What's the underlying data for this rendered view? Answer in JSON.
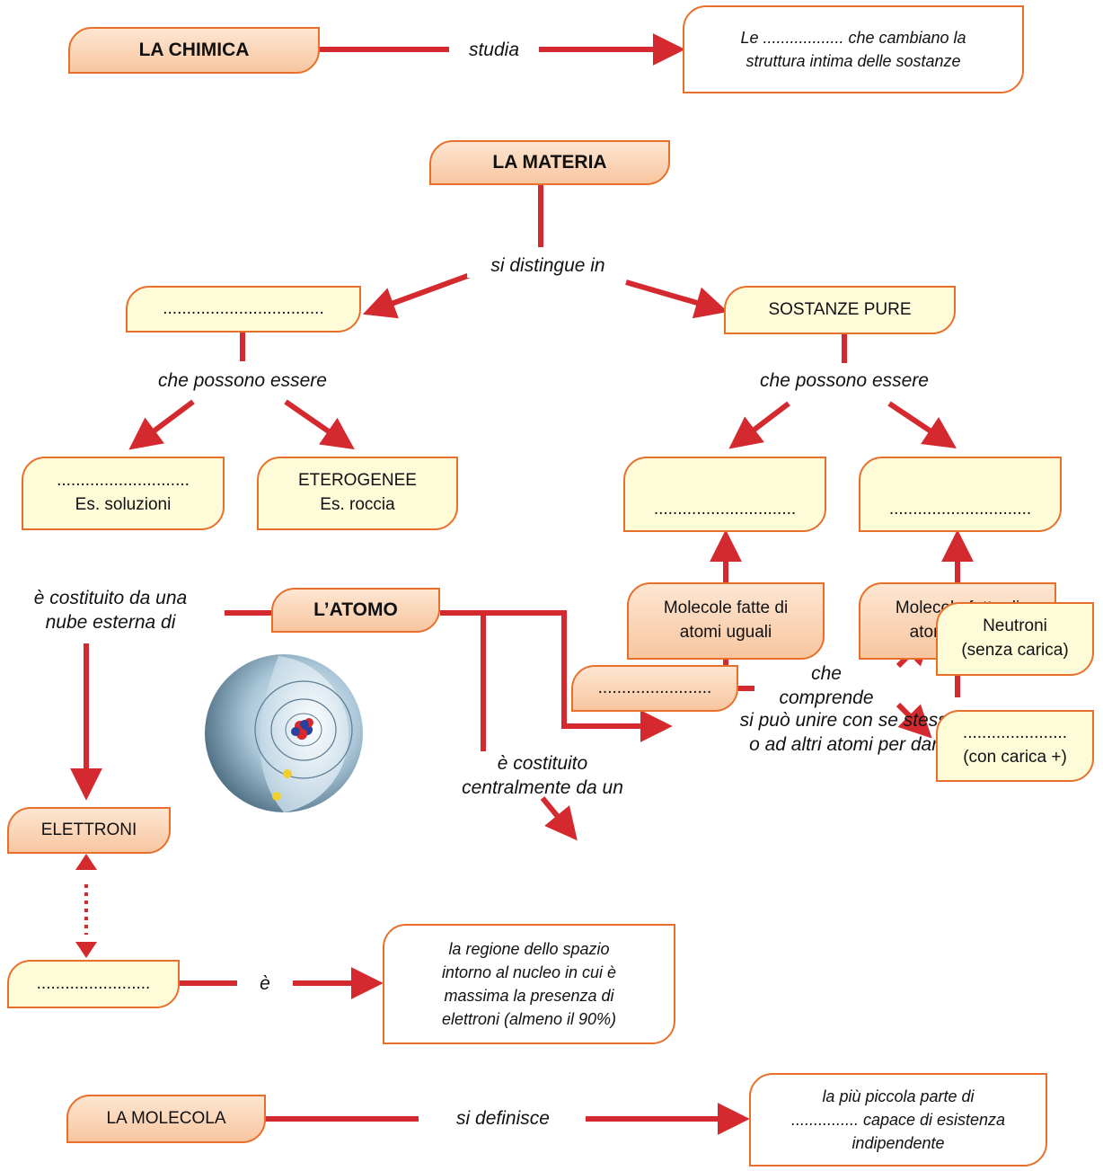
{
  "chimica": {
    "title": "LA CHIMICA",
    "verb": "studia",
    "def_line1": "Le .................. che cambiano la",
    "def_line2": "struttura intima delle sostanze"
  },
  "materia": {
    "title": "LA MATERIA",
    "verb": "si distingue in",
    "left_blank": "..................................",
    "right": "SOSTANZE PURE",
    "left_verb": "che possono essere",
    "right_verb": "che possono essere",
    "omog_line1": "............................",
    "omog_line2": "Es. soluzioni",
    "eter_line1": "ETEROGENEE",
    "eter_line2": "Es. roccia",
    "pure_left_blank": "..............................",
    "pure_right_blank": "..............................",
    "mol_uguali_line1": "Molecole fatte di",
    "mol_uguali_line2": "atomi uguali",
    "mol_diversi_line1": "Molecole fatte di",
    "mol_diversi_line2": "atomi diversi"
  },
  "atomo": {
    "title": "L’ATOMO",
    "nube_line1": "è costituito da una",
    "nube_line2": "nube esterna di",
    "unire_line1": "si può unire con se stesso",
    "unire_line2": "o ad altri atomi per dare",
    "centr_line1": "è costituito",
    "centr_line2": "centralmente da un",
    "elettroni": "ELETTRONI",
    "nucleo_blank": "........................",
    "comprende_line1": "che",
    "comprende_line2": "comprende",
    "neutroni_line1": "Neutroni",
    "neutroni_line2": "(senza carica)",
    "protoni_line1": "......................",
    "protoni_line2": "(con carica +)",
    "orbitale_blank": "........................",
    "orbitale_verb": "è",
    "orb_def_line1": "la regione dello spazio",
    "orb_def_line2": "intorno al nucleo in cui è",
    "orb_def_line3": "massima la presenza di",
    "orb_def_line4": "elettroni (almeno il 90%)"
  },
  "molecola": {
    "title": "LA MOLECOLA",
    "verb": "si definisce",
    "def_line1": "la più piccola parte di",
    "def_line2": "............... capace di esistenza",
    "def_line3": "indipendente"
  },
  "colors": {
    "arrow": "#d42a2f",
    "box_border": "#e8702a",
    "peach": "#f8c6a0",
    "cream": "#fefbd8"
  }
}
